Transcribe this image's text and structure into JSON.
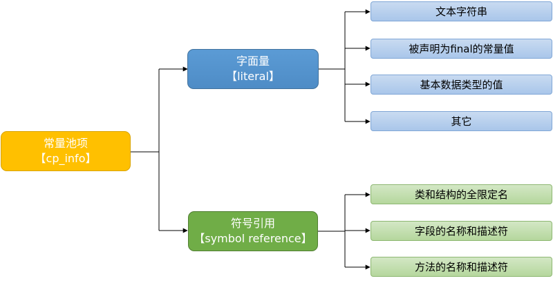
{
  "root": {
    "line1": "常量池项",
    "line2": "【cp_info】"
  },
  "literal": {
    "line1": "字面量",
    "line2": "【literal】",
    "children": [
      "文本字符串",
      "被声明为final的常量值",
      "基本数据类型的值",
      "其它"
    ]
  },
  "symbol": {
    "line1": "符号引用",
    "line2": "【symbol reference】",
    "children": [
      "类和结构的全限定名",
      "字段的名称和描述符",
      "方法的名称和描述符"
    ]
  }
}
